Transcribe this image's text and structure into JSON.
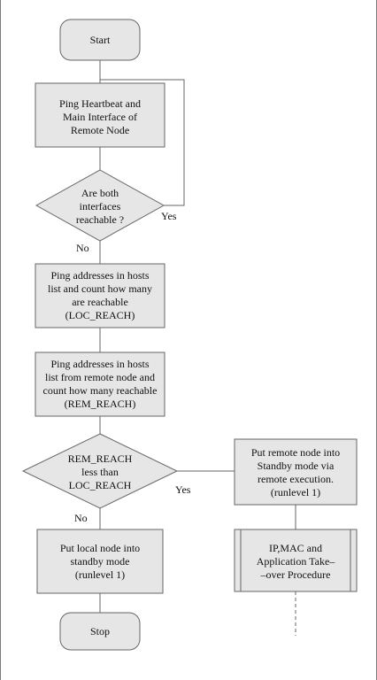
{
  "diagram": {
    "nodes": {
      "start": {
        "label": "Start"
      },
      "ping_heartbeat": {
        "lines": [
          "Ping Heartbeat and",
          "Main Interface of",
          "Remote Node"
        ]
      },
      "decision_both": {
        "lines": [
          "Are both",
          "interfaces",
          "reachable ?"
        ]
      },
      "ping_local": {
        "lines": [
          "Ping addresses in hosts",
          "list and count how many",
          "are reachable",
          "(LOC_REACH)"
        ]
      },
      "ping_remote": {
        "lines": [
          "Ping addresses in hosts",
          "list from remote node and",
          "count how many reachable",
          "(REM_REACH)"
        ]
      },
      "decision_reach": {
        "lines": [
          "REM_REACH",
          "less than",
          "LOC_REACH"
        ]
      },
      "local_standby": {
        "lines": [
          "Put local node into",
          "standby mode",
          "(runlevel 1)"
        ]
      },
      "remote_standby": {
        "lines": [
          "Put remote node into",
          "Standby mode via",
          "remote execution.",
          "(runlevel 1)"
        ]
      },
      "takeover": {
        "lines": [
          "IP,MAC and",
          "Application Take–",
          "–over Procedure"
        ]
      },
      "stop": {
        "label": "Stop"
      }
    },
    "edge_labels": {
      "yes_loop": "Yes",
      "no_1": "No",
      "yes_2": "Yes",
      "no_2": "No"
    }
  }
}
